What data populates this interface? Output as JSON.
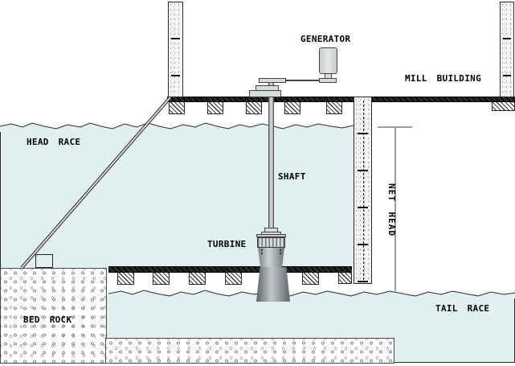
{
  "labels": {
    "generator": "GENERATOR",
    "mill_building": "MILL BUILDING",
    "head_race": "HEAD RACE",
    "shaft": "SHAFT",
    "net_head": "NET HEAD",
    "turbine": "TURBINE",
    "bed_rock": "BED ROCK",
    "tail_race": "TAIL RACE"
  },
  "colors": {
    "water": "#e1eff1",
    "outline": "#2b2b2b",
    "floor": "#141414",
    "hatch": "#474747",
    "metal-light": "#d8dbdc",
    "metal-mid": "#b9bdbf",
    "metal-dark": "#70757a",
    "dim": "#9aa0a3",
    "wallbg": "#f5f5f3",
    "text": "#000000"
  }
}
